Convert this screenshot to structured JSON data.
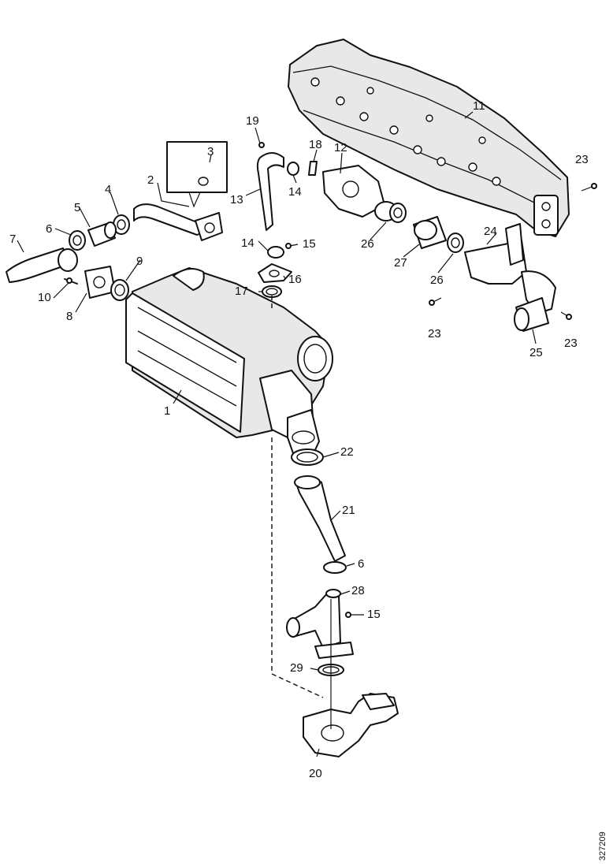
{
  "diagram": {
    "callouts": [
      {
        "id": "c1",
        "text": "1"
      },
      {
        "id": "c2",
        "text": "2"
      },
      {
        "id": "c3",
        "text": "3"
      },
      {
        "id": "c4",
        "text": "4"
      },
      {
        "id": "c5",
        "text": "5"
      },
      {
        "id": "c6a",
        "text": "6"
      },
      {
        "id": "c6b",
        "text": "6"
      },
      {
        "id": "c7",
        "text": "7"
      },
      {
        "id": "c8",
        "text": "8"
      },
      {
        "id": "c9",
        "text": "9"
      },
      {
        "id": "c10",
        "text": "10"
      },
      {
        "id": "c11",
        "text": "11"
      },
      {
        "id": "c12",
        "text": "12"
      },
      {
        "id": "c13",
        "text": "13"
      },
      {
        "id": "c14a",
        "text": "14"
      },
      {
        "id": "c14b",
        "text": "14"
      },
      {
        "id": "c15a",
        "text": "15"
      },
      {
        "id": "c15b",
        "text": "15"
      },
      {
        "id": "c16",
        "text": "16"
      },
      {
        "id": "c17",
        "text": "17"
      },
      {
        "id": "c18",
        "text": "18"
      },
      {
        "id": "c19",
        "text": "19"
      },
      {
        "id": "c20",
        "text": "20"
      },
      {
        "id": "c21",
        "text": "21"
      },
      {
        "id": "c22",
        "text": "22"
      },
      {
        "id": "c23a",
        "text": "23"
      },
      {
        "id": "c23b",
        "text": "23"
      },
      {
        "id": "c23c",
        "text": "23"
      },
      {
        "id": "c24",
        "text": "24"
      },
      {
        "id": "c25",
        "text": "25"
      },
      {
        "id": "c26a",
        "text": "26"
      },
      {
        "id": "c26b",
        "text": "26"
      },
      {
        "id": "c27",
        "text": "27"
      },
      {
        "id": "c28",
        "text": "28"
      },
      {
        "id": "c29",
        "text": "29"
      }
    ],
    "reference_code": "327209"
  }
}
